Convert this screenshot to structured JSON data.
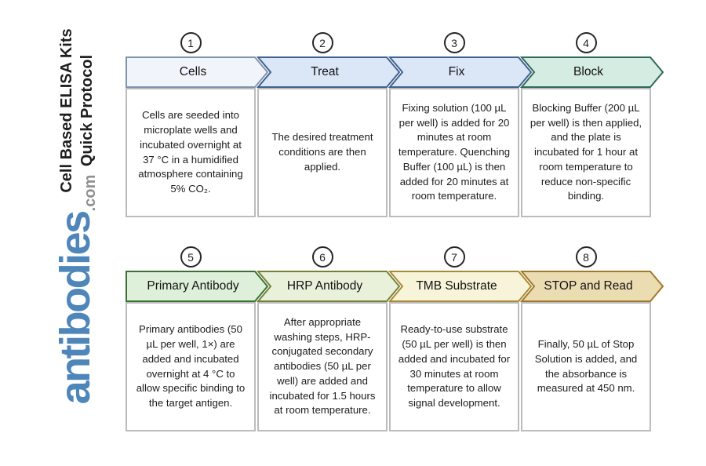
{
  "branding": {
    "title_line1": "Cell Based ELISA Kits",
    "title_line2": "Quick Protocol",
    "logo_text": "antibodies",
    "logo_suffix": ".com",
    "logo_color": "#4f86ba",
    "logo_suffix_color": "#909090"
  },
  "steps": [
    {
      "number": "1",
      "label": "Cells",
      "description": "Cells are seeded into microplate wells and incubated overnight at 37 °C in a humidified atmosphere containing 5% CO₂.",
      "fill": "#f1f5fb",
      "stroke": "#8094ad"
    },
    {
      "number": "2",
      "label": "Treat",
      "description": "The desired treatment conditions are then applied.",
      "fill": "#dbe6f7",
      "stroke": "#3f628e"
    },
    {
      "number": "3",
      "label": "Fix",
      "description": "Fixing solution (100 µL per well) is added for 20 minutes at room temperature. Quenching Buffer (100 µL) is then added for 20 minutes at room temperature.",
      "fill": "#dbe6f7",
      "stroke": "#3f628e"
    },
    {
      "number": "4",
      "label": "Block",
      "description": "Blocking Buffer (200 µL per well) is then applied, and the plate is incubated for 1 hour at room temperature to reduce non-specific binding.",
      "fill": "#d5ece2",
      "stroke": "#2f6a5c"
    },
    {
      "number": "5",
      "label": "Primary Antibody",
      "description": "Primary antibodies (50 µL per well, 1×) are added and incubated overnight at 4 °C to allow specific binding to the target antigen.",
      "fill": "#dff0da",
      "stroke": "#3a7133"
    },
    {
      "number": "6",
      "label": "HRP Antibody",
      "description": "After appropriate washing steps, HRP-conjugated secondary antibodies (50 µL per well) are added and incubated for 1.5 hours at room temperature.",
      "fill": "#e9f1da",
      "stroke": "#75813a"
    },
    {
      "number": "7",
      "label": "TMB Substrate",
      "description": "Ready-to-use substrate (50 µL per well) is then added and incubated for 30 minutes at room temperature to allow signal development.",
      "fill": "#f8f4d9",
      "stroke": "#aa8a33"
    },
    {
      "number": "8",
      "label": "STOP and Read",
      "description": "Finally, 50 µL of Stop Solution is added, and the absorbance is measured at 450 nm.",
      "fill": "#ecdcb2",
      "stroke": "#a1792b"
    }
  ]
}
